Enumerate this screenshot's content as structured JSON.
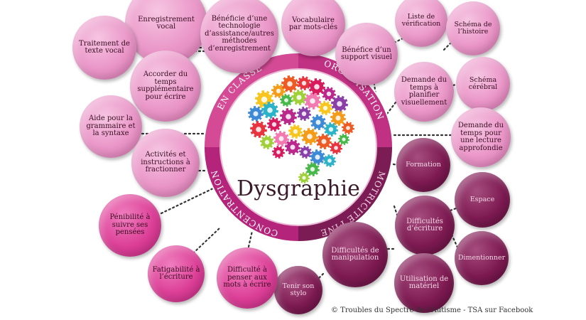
{
  "title": "Dysgraphie",
  "quadrants": {
    "top_left": "EN CLASSE",
    "top_right": "ORGANISATION",
    "bottom_right": "MOTRICITÉ FINE",
    "bottom_left": "CONCENTRATION"
  },
  "copyright": "© Troubles du Spectre de l’Autisme - TSA sur Facebook",
  "colors": {
    "pink": "#ea96c8",
    "magenta": "#dc3f97",
    "dark": "#7d1a52",
    "ring": "#c8327e"
  },
  "bubbles": [
    {
      "text": "Enregistrement vocal",
      "style": "pink"
    },
    {
      "text": "Bénéficie d’une technologie d’assistance/autres méthodes d’enregistrement",
      "style": "pink"
    },
    {
      "text": "Traitement de texte vocal",
      "style": "pink"
    },
    {
      "text": "Accorder du temps supplémentaire pour écrire",
      "style": "pink"
    },
    {
      "text": "Aide pour la grammaire et la syntaxe",
      "style": "pink"
    },
    {
      "text": "Activités et instructions à fractionner",
      "style": "pink"
    },
    {
      "text": "Vocabulaire par mots-clés",
      "style": "pink"
    },
    {
      "text": "Bénéfice d’un support visuel",
      "style": "pink"
    },
    {
      "text": "Liste de vérification",
      "style": "pink"
    },
    {
      "text": "Schéma de l’histoire",
      "style": "pink"
    },
    {
      "text": "Demande du temps à planifier visuellement",
      "style": "pink"
    },
    {
      "text": "Schéma cérébral",
      "style": "pink"
    },
    {
      "text": "Demande du temps pour une lecture approfondie",
      "style": "pink"
    },
    {
      "text": "Formation",
      "style": "dark"
    },
    {
      "text": "Espace",
      "style": "dark"
    },
    {
      "text": "Difficultés d’écriture",
      "style": "dark"
    },
    {
      "text": "Dimentionner",
      "style": "dark"
    },
    {
      "text": "Utilisation de matériel",
      "style": "dark"
    },
    {
      "text": "Difficultés de manipulation",
      "style": "dark"
    },
    {
      "text": "Tenir son stylo",
      "style": "dark"
    },
    {
      "text": "Pénibilité à suivre ses pensées",
      "style": "magenta"
    },
    {
      "text": "Fatigabilité à l’écriture",
      "style": "magenta"
    },
    {
      "text": "Difficulté à penser aux mots à écrire",
      "style": "magenta"
    }
  ]
}
